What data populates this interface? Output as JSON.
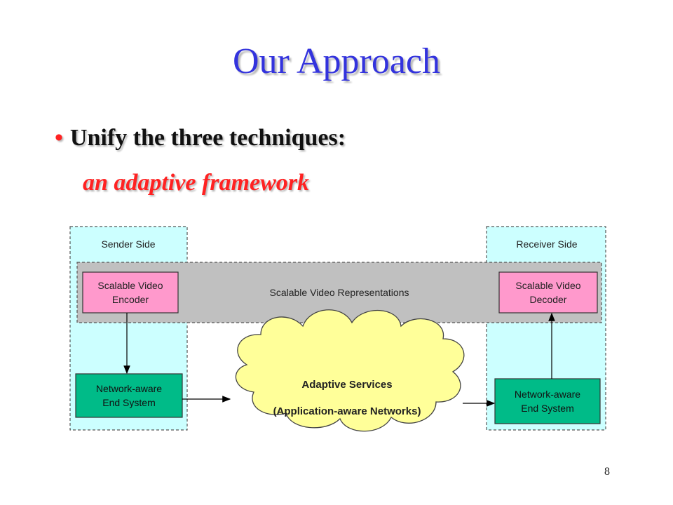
{
  "slide": {
    "title": "Our Approach",
    "bullet": "Unify the three techniques:",
    "sub": "an adaptive framework",
    "page_number": "8"
  },
  "diagram": {
    "sender_side": "Sender Side",
    "receiver_side": "Receiver Side",
    "representations": "Scalable Video Representations",
    "encoder_line1": "Scalable Video",
    "encoder_line2": "Encoder",
    "decoder_line1": "Scalable Video",
    "decoder_line2": "Decoder",
    "sender_endsystem_line1": "Network-aware",
    "sender_endsystem_line2": "End System",
    "receiver_endsystem_line1": "Network-aware",
    "receiver_endsystem_line2": "End System",
    "cloud_line1": "Adaptive Services",
    "cloud_line2": "(Application-aware Networks)"
  },
  "colors": {
    "title": "#3333dd",
    "accent_red": "#ff2222",
    "side_panel": "#ccffff",
    "representations_band": "#c0c0c0",
    "codec_box": "#ff99cc",
    "endsystem_box": "#00bb88",
    "cloud": "#ffff99"
  }
}
